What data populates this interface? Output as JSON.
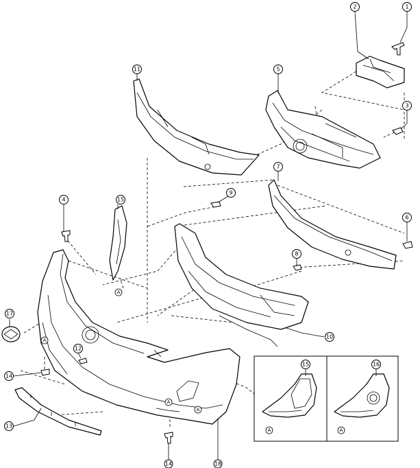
{
  "callouts": [
    "1",
    "2",
    "3",
    "4",
    "5",
    "6",
    "7",
    "8",
    "9",
    "10",
    "11",
    "12",
    "13",
    "14",
    "14",
    "15",
    "15",
    "16",
    "17",
    "18"
  ],
  "ref_letter": "A",
  "colors": {
    "line": "#000000",
    "background": "#ffffff"
  }
}
